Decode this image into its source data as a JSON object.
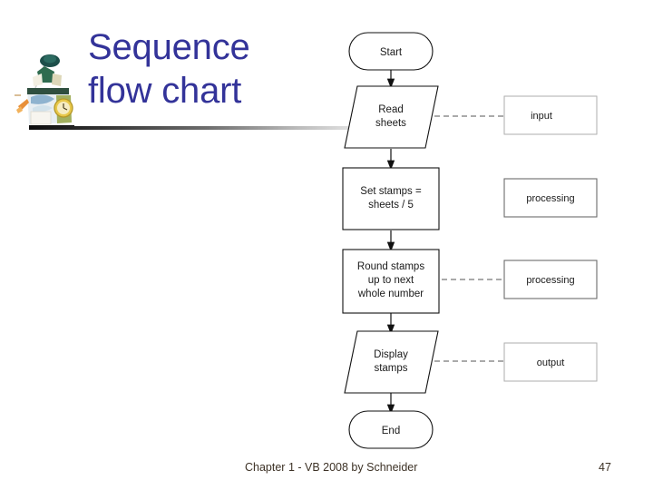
{
  "slide": {
    "title": "Sequence\nflow chart",
    "title_color": "#333399",
    "background": "#ffffff"
  },
  "clipart": {
    "name": "mailbox-clock-clipart",
    "description": "Illustration of a mailbox with letters, a clock and a flag"
  },
  "flowchart": {
    "nodes": [
      {
        "id": "start",
        "type": "terminal",
        "label": "Start"
      },
      {
        "id": "read",
        "type": "input-output",
        "label": "Read\nsheets",
        "line1": "Read",
        "line2": "sheets"
      },
      {
        "id": "set",
        "type": "process",
        "label": "Set stamps =\nsheets / 5",
        "line1": "Set stamps =",
        "line2": "sheets / 5"
      },
      {
        "id": "round",
        "type": "process",
        "label": "Round stamps\nup to next\nwhole number",
        "line1": "Round stamps",
        "line2": "up to next",
        "line3": "whole number"
      },
      {
        "id": "display",
        "type": "input-output",
        "label": "Display\nstamps",
        "line1": "Display",
        "line2": "stamps"
      },
      {
        "id": "end",
        "type": "terminal",
        "label": "End"
      }
    ],
    "annotations": [
      {
        "id": "anno-input",
        "label": "input",
        "connected": true,
        "target": "read"
      },
      {
        "id": "anno-processing-1",
        "label": "processing",
        "connected": false,
        "target": "set"
      },
      {
        "id": "anno-processing-2",
        "label": "processing",
        "connected": true,
        "target": "round"
      },
      {
        "id": "anno-output",
        "label": "output",
        "connected": true,
        "target": "display"
      }
    ]
  },
  "footer": {
    "text": "Chapter 1 - VB 2008 by Schneider",
    "page": "47"
  }
}
